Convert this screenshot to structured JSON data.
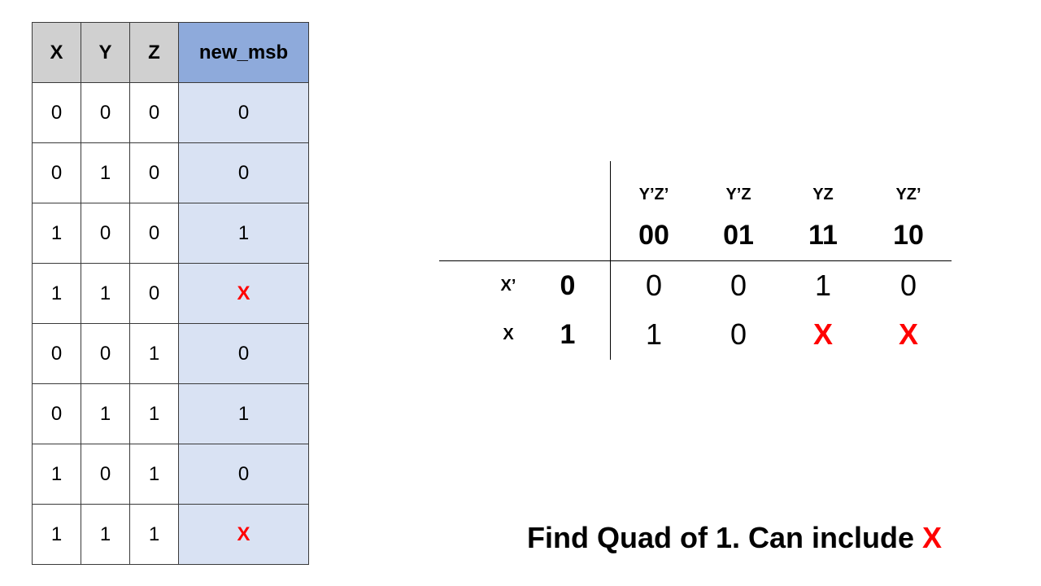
{
  "truth_table": {
    "headers": [
      "X",
      "Y",
      "Z",
      "new_msb"
    ],
    "rows": [
      [
        "0",
        "0",
        "0",
        "0"
      ],
      [
        "0",
        "1",
        "0",
        "0"
      ],
      [
        "1",
        "0",
        "0",
        "1"
      ],
      [
        "1",
        "1",
        "0",
        "X"
      ],
      [
        "0",
        "0",
        "1",
        "0"
      ],
      [
        "0",
        "1",
        "1",
        "1"
      ],
      [
        "1",
        "0",
        "1",
        "0"
      ],
      [
        "1",
        "1",
        "1",
        "X"
      ]
    ]
  },
  "kmap": {
    "col_gray_labels": [
      "Y’Z’",
      "Y’Z",
      "YZ",
      "YZ’"
    ],
    "col_codes": [
      "00",
      "01",
      "11",
      "10"
    ],
    "rows": [
      {
        "var_label": "X’",
        "code": "0",
        "cells": [
          "0",
          "0",
          "1",
          "0"
        ]
      },
      {
        "var_label": "X",
        "code": "1",
        "cells": [
          "1",
          "0",
          "X",
          "X"
        ]
      }
    ]
  },
  "instruction": {
    "text": "Find Quad of 1. Can include ",
    "highlight": "X"
  },
  "colors": {
    "dont_care": "#ff0000",
    "header_gray": "#d0d0d0",
    "header_blue": "#8eaadb",
    "output_fill": "#d9e2f3"
  }
}
